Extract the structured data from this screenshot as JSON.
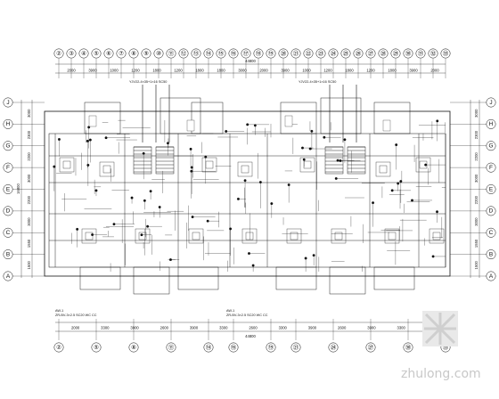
{
  "drawing": {
    "top_axes": [
      "②",
      "③",
      "④",
      "⑤",
      "⑥",
      "⑦",
      "⑧",
      "⑨",
      "⑩",
      "⑪",
      "⑫",
      "⑬",
      "⑭",
      "⑮",
      "⑯",
      "⑰",
      "⑱",
      "⑲",
      "⑳",
      "㉑",
      "㉒",
      "㉓",
      "㉔",
      "㉕",
      "㉖",
      "㉗",
      "㉘",
      "㉙",
      "㉚",
      "㉛",
      "㉜",
      "㉝"
    ],
    "top_dims": [
      "2000",
      "3900",
      "1000",
      "1200",
      "1800",
      "1200",
      "1800",
      "1800",
      "3000",
      "2000",
      "3900",
      "1000",
      "1200",
      "1800",
      "1200",
      "1800",
      "3900",
      "2000"
    ],
    "top_total": "44800",
    "bottom_dims": [
      "2000",
      "3300",
      "3900",
      "2600",
      "3900",
      "3300",
      "2600",
      "3300",
      "3900",
      "2600",
      "3900",
      "3300",
      "2000"
    ],
    "bottom_total": "44800",
    "left_axes": [
      "J",
      "H",
      "G",
      "F",
      "E",
      "D",
      "C",
      "B",
      "A"
    ],
    "right_axes": [
      "J",
      "H",
      "G",
      "F",
      "E",
      "D",
      "C",
      "B",
      "A"
    ],
    "left_dims": [
      "3000",
      "2300",
      "2200",
      "3000",
      "2200",
      "3000",
      "1550",
      "1500"
    ],
    "left_total": "16800",
    "right_dims": [
      "3000",
      "2300",
      "2200",
      "3000",
      "2200",
      "3000",
      "1550",
      "1500"
    ],
    "cable_note_left": "YJV22-4×35+1×16 SC50",
    "cable_note_right": "YJV22-4×35+1×16 SC50",
    "equip_left": "AW-1",
    "equip_right": "AW-1",
    "sub_note_left": "ZR-BV-3×2.5 SC20 WC CC",
    "sub_note_right": "ZR-BV-3×2.5 SC20 WC CC"
  },
  "watermark": {
    "logo": "zhulong",
    "domain": "zhulong.com"
  }
}
